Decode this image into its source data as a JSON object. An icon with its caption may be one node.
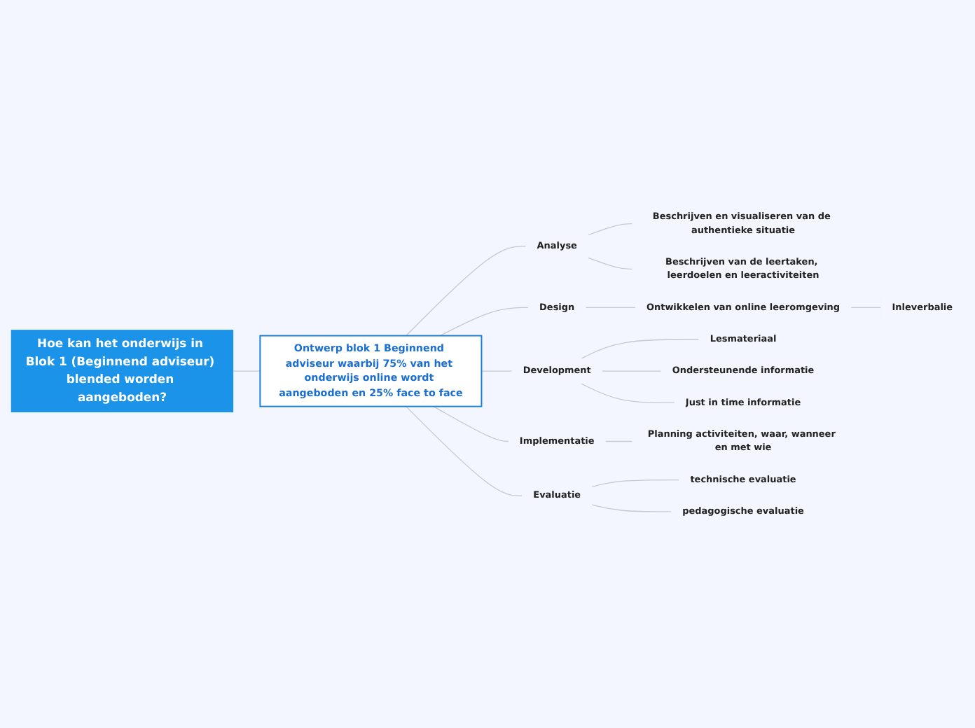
{
  "diagram": {
    "nodes": [
      {
        "text": [
          "Hoe kan het onderwijs in Blok 1 (Beginnend adviseur) blended worden aangeboden?"
        ]
      },
      {
        "text": [
          "Ontwerp blok 1 Beginnend adviseur waarbij 75% van het onderwijs online wordt aangeboden en 25% face to face"
        ]
      },
      {
        "text": [
          "Analyse"
        ]
      },
      {
        "text": [
          "Beschrijven en visualiseren van de authentieke situatie"
        ]
      },
      {
        "text": [
          "Beschrijven van de leertaken, leerdoelen en leeractiviteiten"
        ]
      },
      {
        "text": [
          "Design"
        ]
      },
      {
        "text": [
          "Ontwikkelen van online leeromgeving"
        ]
      },
      {
        "text": [
          "Inleverbalie"
        ]
      },
      {
        "text": [
          "Development"
        ]
      },
      {
        "text": [
          "Lesmateriaal"
        ]
      },
      {
        "text": [
          "Ondersteunende informatie"
        ]
      },
      {
        "text": [
          "Just in time informatie"
        ]
      },
      {
        "text": [
          "Implementatie"
        ]
      },
      {
        "text": [
          "Planning activiteiten, waar, wanneer en met wie"
        ]
      },
      {
        "text": [
          "Evaluatie"
        ]
      },
      {
        "text": [
          "technische evaluatie"
        ]
      },
      {
        "text": [
          "pedagogische evaluatie"
        ]
      }
    ],
    "edges": [
      {
        "from": 0,
        "to": 1,
        "arrow": "none"
      },
      {
        "from": 1,
        "to": 2,
        "arrow": "none"
      },
      {
        "from": 2,
        "to": 3,
        "arrow": "none"
      },
      {
        "from": 2,
        "to": 4,
        "arrow": "none"
      },
      {
        "from": 1,
        "to": 5,
        "arrow": "none"
      },
      {
        "from": 5,
        "to": 6,
        "arrow": "none"
      },
      {
        "from": 6,
        "to": 7,
        "arrow": "none"
      },
      {
        "from": 1,
        "to": 8,
        "arrow": "none"
      },
      {
        "from": 8,
        "to": 9,
        "arrow": "none"
      },
      {
        "from": 8,
        "to": 10,
        "arrow": "none"
      },
      {
        "from": 8,
        "to": 11,
        "arrow": "none"
      },
      {
        "from": 1,
        "to": 12,
        "arrow": "none"
      },
      {
        "from": 12,
        "to": 13,
        "arrow": "none"
      },
      {
        "from": 1,
        "to": 14,
        "arrow": "none"
      },
      {
        "from": 14,
        "to": 15,
        "arrow": "none"
      },
      {
        "from": 14,
        "to": 16,
        "arrow": "none"
      }
    ]
  }
}
